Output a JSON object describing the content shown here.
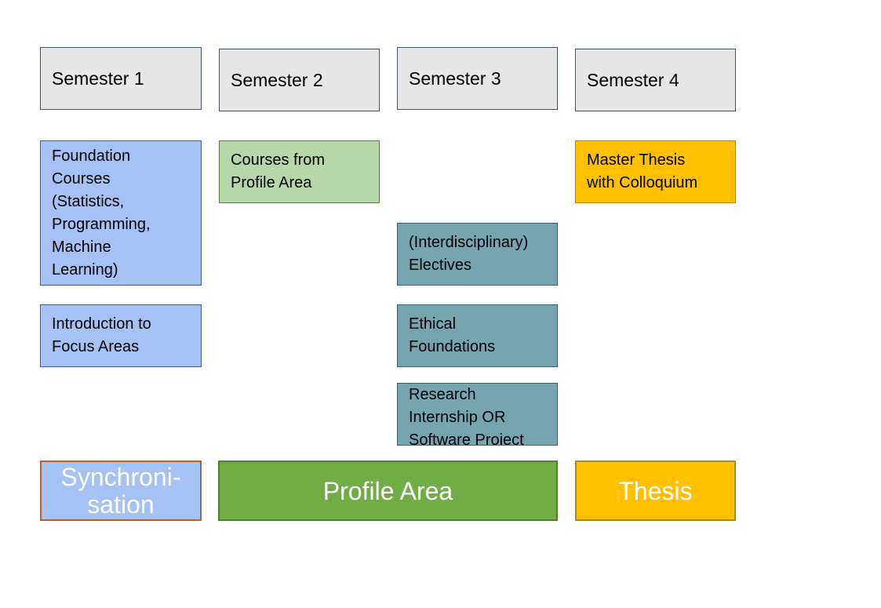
{
  "semesters": [
    {
      "label": "Semester 1"
    },
    {
      "label": "Semester 2"
    },
    {
      "label": "Semester 3"
    },
    {
      "label": "Semester 4"
    }
  ],
  "modules": {
    "foundation": "Foundation\nCourses\n(Statistics,\nProgramming,\nMachine\nLearning)",
    "intro_focus": "Introduction to\nFocus Areas",
    "profile_courses": "Courses from\nProfile Area",
    "electives": "(Interdisciplinary)\nElectives",
    "ethics": "Ethical\nFoundations",
    "research": "Research\nInternship OR\nSoftware Project",
    "thesis_module": "Master Thesis\nwith Colloquium"
  },
  "areas": {
    "sync": "Synchroni-\nsation",
    "profile": "Profile Area",
    "thesis": "Thesis"
  },
  "colors": {
    "semester_header": "#e7e6e6",
    "synchronisation": "#a4c2f4",
    "profile_light": "#b6d7a8",
    "profile_dark": "#70ad47",
    "electives_teal": "#76a5af",
    "thesis_gold": "#ffc000"
  }
}
